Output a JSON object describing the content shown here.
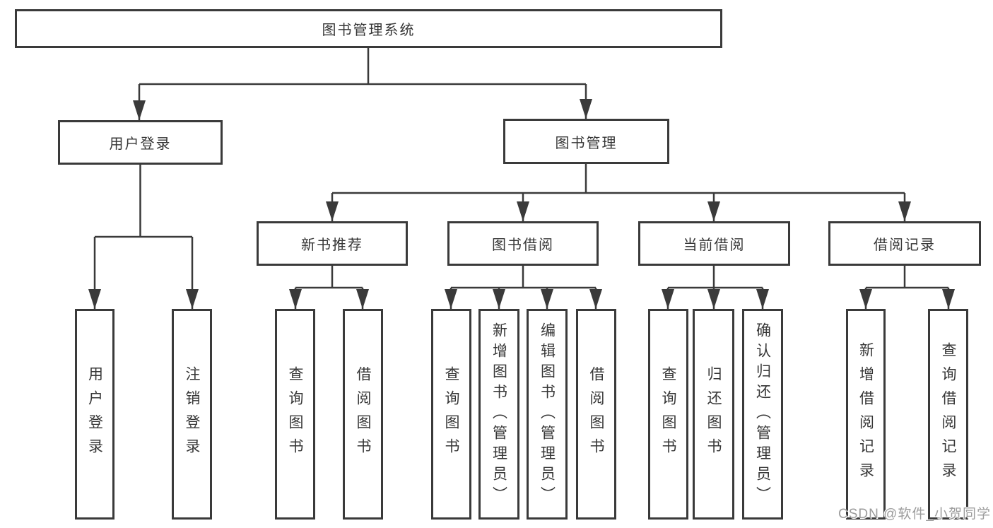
{
  "tree": {
    "label": "图书管理系统",
    "children": [
      {
        "label": "用户登录",
        "children": [
          {
            "label": "用户登录"
          },
          {
            "label": "注销登录"
          }
        ]
      },
      {
        "label": "图书管理",
        "children": [
          {
            "label": "新书推荐",
            "children": [
              {
                "label": "查询图书"
              },
              {
                "label": "借阅图书"
              }
            ]
          },
          {
            "label": "图书借阅",
            "children": [
              {
                "label": "查询图书"
              },
              {
                "label": "新增图书（管理员）"
              },
              {
                "label": "编辑图书（管理员）"
              },
              {
                "label": "借阅图书"
              }
            ]
          },
          {
            "label": "当前借阅",
            "children": [
              {
                "label": "查询图书"
              },
              {
                "label": "归还图书"
              },
              {
                "label": "确认归还（管理员）"
              }
            ]
          },
          {
            "label": "借阅记录",
            "children": [
              {
                "label": "新增借阅记录"
              },
              {
                "label": "查询借阅记录"
              }
            ]
          }
        ]
      }
    ]
  },
  "watermark": "CSDN @软件_小贺同学",
  "colors": {
    "line": "#3a3a3a",
    "text": "#363636",
    "watermark": "#9c9c9c",
    "background": "#ffffff"
  }
}
